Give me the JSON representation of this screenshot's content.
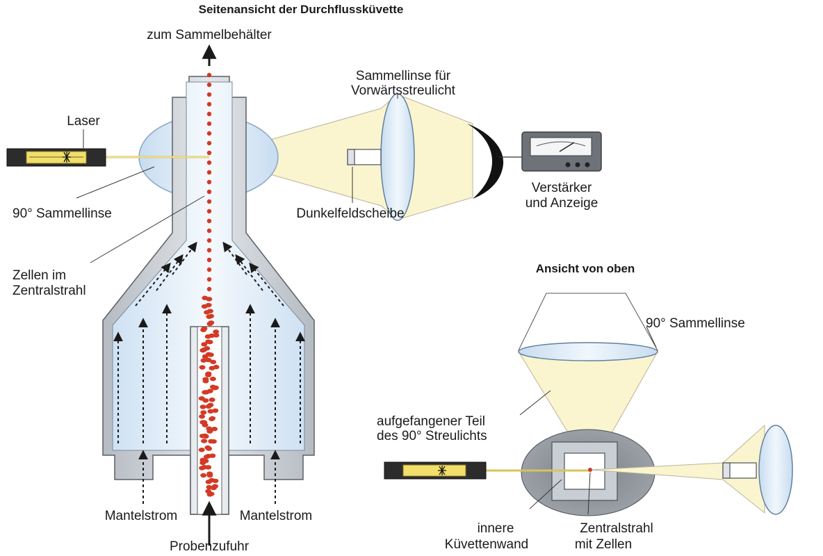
{
  "side_view": {
    "title": "Seitenansicht der Durchflussküvette",
    "to_collector": "zum Sammelbehälter",
    "laser": "Laser",
    "forward_lens_line1": "Sammellinse für",
    "forward_lens_line2": "Vorwärtsstreulicht",
    "amplifier_line1": "Verstärker",
    "amplifier_line2": "und Anzeige",
    "side_lens": "90° Sammellinse",
    "dark_field": "Dunkelfeldscheibe",
    "cells_line1": "Zellen im",
    "cells_line2": "Zentralstrahl",
    "sheath_left": "Mantelstrom",
    "sheath_right": "Mantelstrom",
    "sample_feed": "Probenzufuhr"
  },
  "top_view": {
    "title": "Ansicht von oben",
    "side_lens": "90° Sammellinse",
    "captured_line1": "aufgefangener Teil",
    "captured_line2": "des 90° Streulichts",
    "inner_wall_line1": "innere",
    "inner_wall_line2": "Küvettenwand",
    "jet_line1": "Zentralstrahl",
    "jet_line2": "mit Zellen"
  },
  "colors": {
    "cell_red": "#d23a26",
    "light_yellow": "#fbf5cf",
    "sheath_blue": "#d8e8f6",
    "lens_blue": "#dcebf7",
    "steel": "#c9ced4",
    "laser_body": "#2c2c2c",
    "laser_window": "#f2df6a"
  },
  "icons": [
    "laser-icon",
    "lens-icon",
    "dark-field-stop-icon",
    "meter-icon",
    "arrow-icon",
    "cuvette-icon"
  ]
}
